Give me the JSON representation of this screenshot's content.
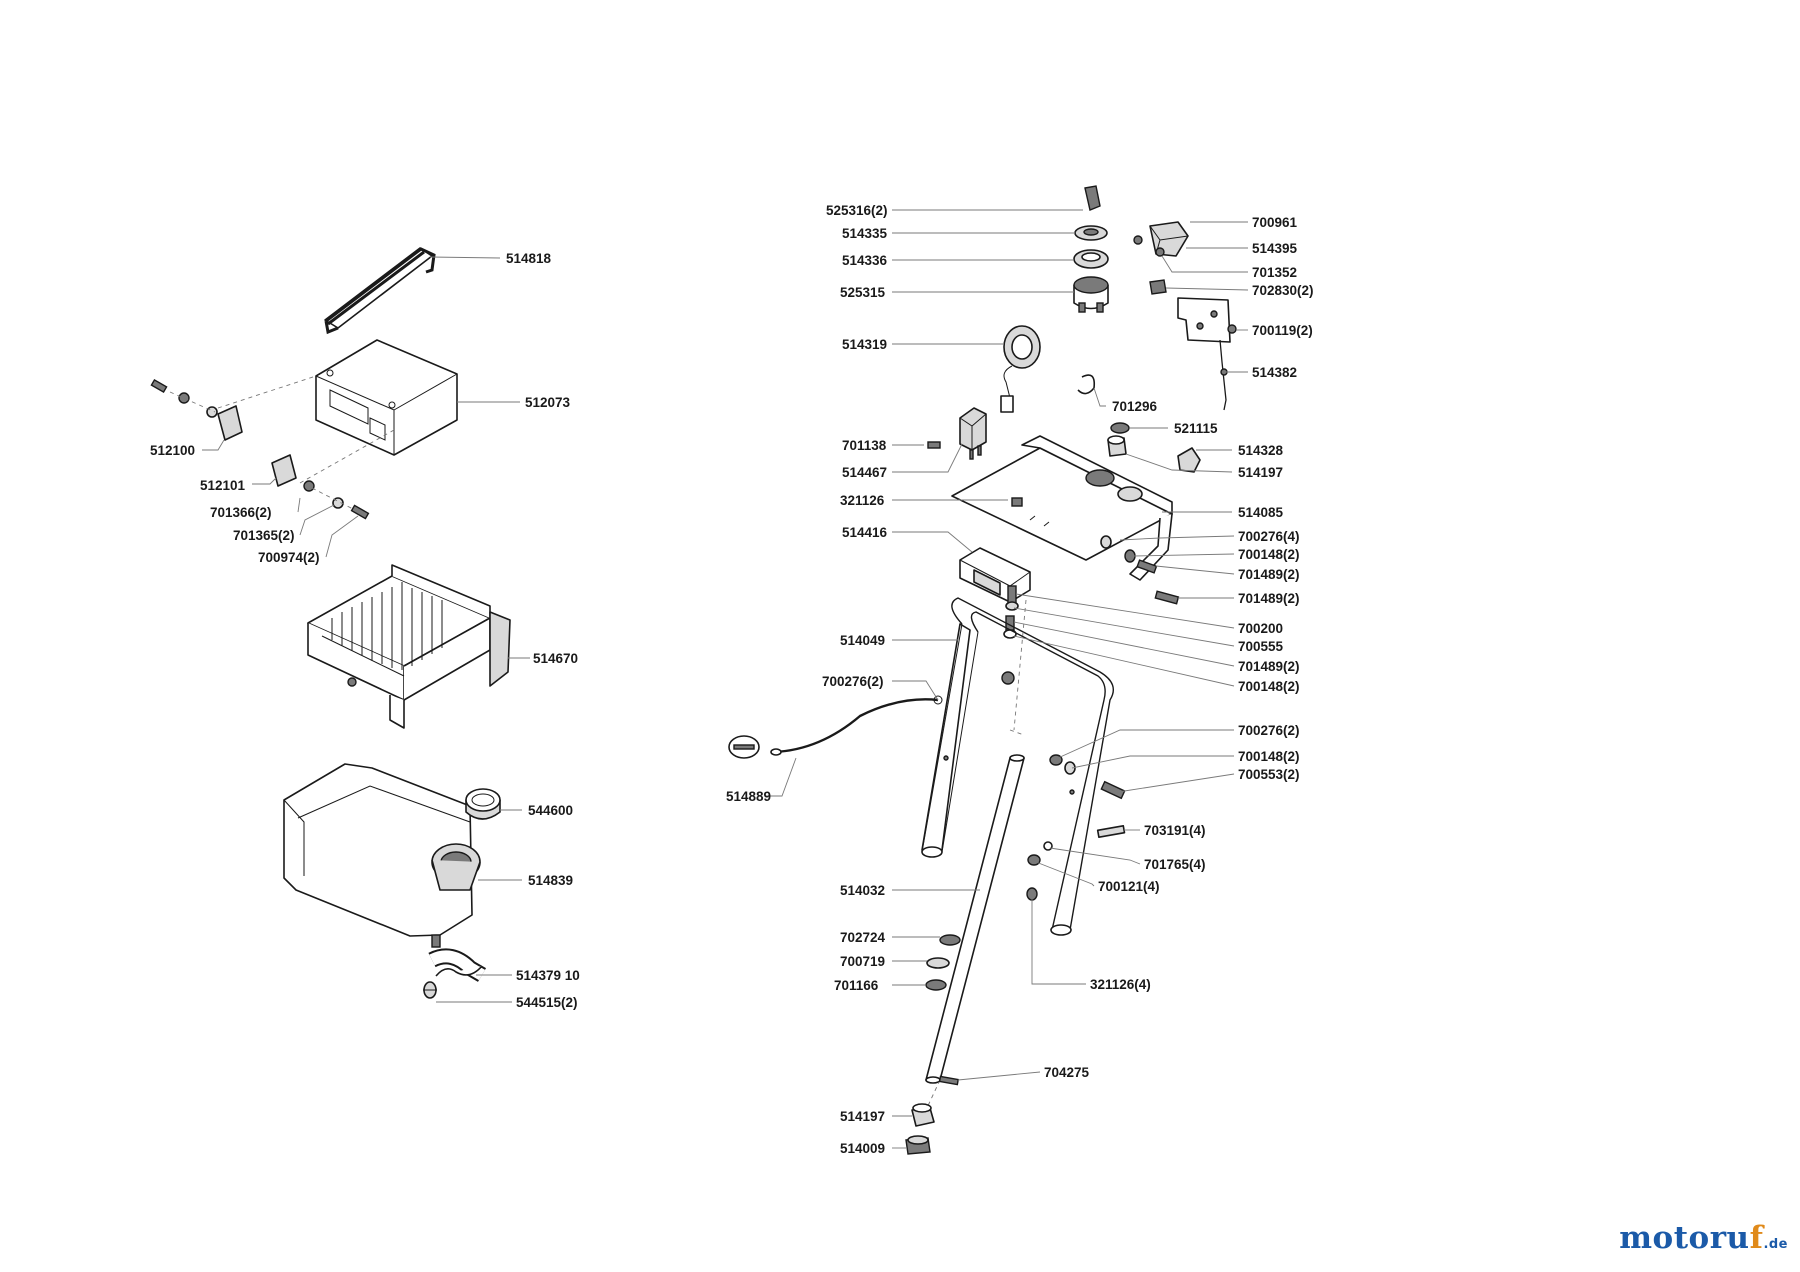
{
  "brand": {
    "main": "motoru",
    "accent": "f",
    "suffix": ".de"
  },
  "labels": [
    {
      "id": "lbl-514818",
      "text": "514818"
    },
    {
      "id": "lbl-512073",
      "text": "512073"
    },
    {
      "id": "lbl-512100",
      "text": "512100"
    },
    {
      "id": "lbl-512101",
      "text": "512101"
    },
    {
      "id": "lbl-701366",
      "text": "701366(2)"
    },
    {
      "id": "lbl-701365",
      "text": "701365(2)"
    },
    {
      "id": "lbl-700974",
      "text": "700974(2)"
    },
    {
      "id": "lbl-514670",
      "text": "514670"
    },
    {
      "id": "lbl-544600",
      "text": "544600"
    },
    {
      "id": "lbl-514839",
      "text": "514839"
    },
    {
      "id": "lbl-514379",
      "text": "514379 10"
    },
    {
      "id": "lbl-544515",
      "text": "544515(2)"
    },
    {
      "id": "lbl-525316",
      "text": "525316(2)"
    },
    {
      "id": "lbl-514335",
      "text": "514335"
    },
    {
      "id": "lbl-514336",
      "text": "514336"
    },
    {
      "id": "lbl-525315",
      "text": "525315"
    },
    {
      "id": "lbl-514319",
      "text": "514319"
    },
    {
      "id": "lbl-701138",
      "text": "701138"
    },
    {
      "id": "lbl-514467",
      "text": "514467"
    },
    {
      "id": "lbl-321126",
      "text": "321126"
    },
    {
      "id": "lbl-514416",
      "text": "514416"
    },
    {
      "id": "lbl-514049",
      "text": "514049"
    },
    {
      "id": "lbl-700276-2a",
      "text": "700276(2)"
    },
    {
      "id": "lbl-514889",
      "text": "514889"
    },
    {
      "id": "lbl-514032",
      "text": "514032"
    },
    {
      "id": "lbl-702724",
      "text": "702724"
    },
    {
      "id": "lbl-700719",
      "text": "700719"
    },
    {
      "id": "lbl-701166",
      "text": "701166"
    },
    {
      "id": "lbl-514197b",
      "text": "514197"
    },
    {
      "id": "lbl-514009",
      "text": "514009"
    },
    {
      "id": "lbl-700961",
      "text": "700961"
    },
    {
      "id": "lbl-514395",
      "text": "514395"
    },
    {
      "id": "lbl-701352",
      "text": "701352"
    },
    {
      "id": "lbl-702830",
      "text": "702830(2)"
    },
    {
      "id": "lbl-700119",
      "text": "700119(2)"
    },
    {
      "id": "lbl-514382",
      "text": "514382"
    },
    {
      "id": "lbl-701296",
      "text": "701296"
    },
    {
      "id": "lbl-521115",
      "text": "521115"
    },
    {
      "id": "lbl-514328",
      "text": "514328"
    },
    {
      "id": "lbl-514197a",
      "text": "514197"
    },
    {
      "id": "lbl-514085",
      "text": "514085"
    },
    {
      "id": "lbl-700276-4",
      "text": "700276(4)"
    },
    {
      "id": "lbl-700148-2a",
      "text": "700148(2)"
    },
    {
      "id": "lbl-701489-2a",
      "text": "701489(2)"
    },
    {
      "id": "lbl-701489-2b",
      "text": "701489(2)"
    },
    {
      "id": "lbl-700200",
      "text": "700200"
    },
    {
      "id": "lbl-700555",
      "text": "700555"
    },
    {
      "id": "lbl-701489-2c",
      "text": "701489(2)"
    },
    {
      "id": "lbl-700148-2b",
      "text": "700148(2)"
    },
    {
      "id": "lbl-700276-2b",
      "text": "700276(2)"
    },
    {
      "id": "lbl-700148-2c",
      "text": "700148(2)"
    },
    {
      "id": "lbl-700553",
      "text": "700553(2)"
    },
    {
      "id": "lbl-703191",
      "text": "703191(4)"
    },
    {
      "id": "lbl-701765",
      "text": "701765(4)"
    },
    {
      "id": "lbl-700121",
      "text": "700121(4)"
    },
    {
      "id": "lbl-321126-4",
      "text": "321126(4)"
    },
    {
      "id": "lbl-704275",
      "text": "704275"
    }
  ]
}
